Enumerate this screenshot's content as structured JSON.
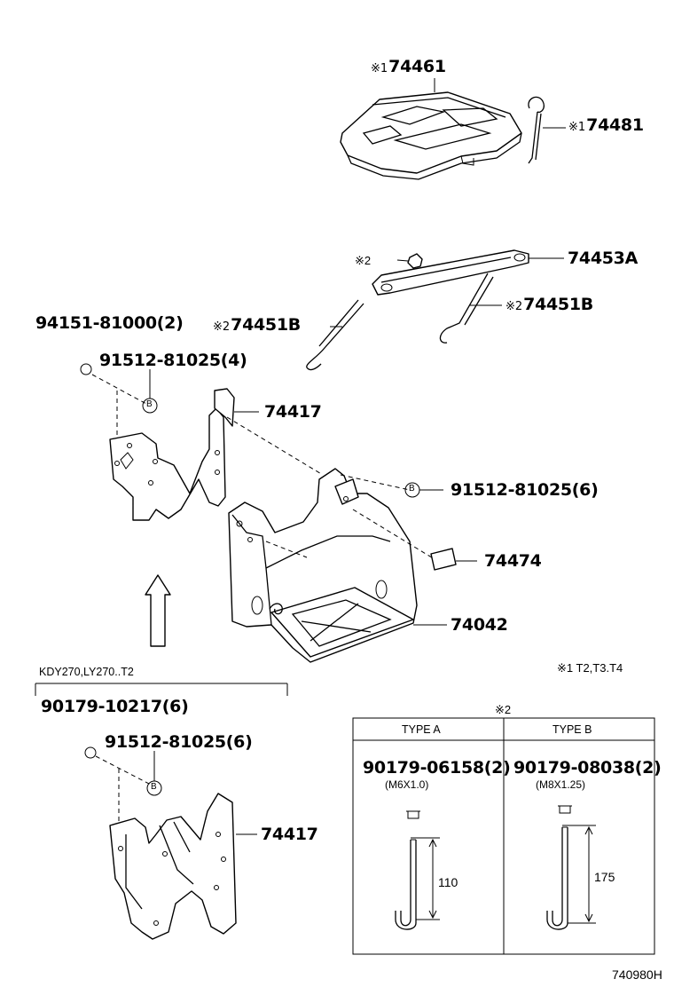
{
  "labels": {
    "p74461": {
      "mark": "※1",
      "text": "74461"
    },
    "p74481": {
      "mark": "※1",
      "text": "74481"
    },
    "p74453a": {
      "text": "74453A"
    },
    "mark2_nut": {
      "text": "※2"
    },
    "p74451b_left": {
      "mark": "※2",
      "text": "74451B"
    },
    "p74451b_right": {
      "mark": "※2",
      "text": "74451B"
    },
    "p94151": {
      "text": "94151-81000(2)"
    },
    "p91512_4": {
      "text": "91512-81025(4)"
    },
    "p74417_top": {
      "text": "74417"
    },
    "p91512_6_top": {
      "text": "91512-81025(6)"
    },
    "p74474": {
      "text": "74474"
    },
    "p74042": {
      "text": "74042"
    },
    "note1": {
      "text": "※1 T2,T3.T4"
    },
    "variant": {
      "text": "KDY270,LY270..T2"
    },
    "p90179_10217": {
      "text": "90179-10217(6)"
    },
    "p91512_6_bottom": {
      "text": "91512-81025(6)"
    },
    "p74417_bottom": {
      "text": "74417"
    },
    "table_mark": {
      "text": "※2"
    },
    "diagram_id": {
      "text": "740980H"
    }
  },
  "type_table": {
    "type_a": {
      "header": "TYPE A",
      "part": "90179-06158(2)",
      "spec": "(M6X1.0)",
      "length": "110"
    },
    "type_b": {
      "header": "TYPE B",
      "part": "90179-08038(2)",
      "spec": "(M8X1.25)",
      "length": "175"
    }
  },
  "callout_letter": "B"
}
